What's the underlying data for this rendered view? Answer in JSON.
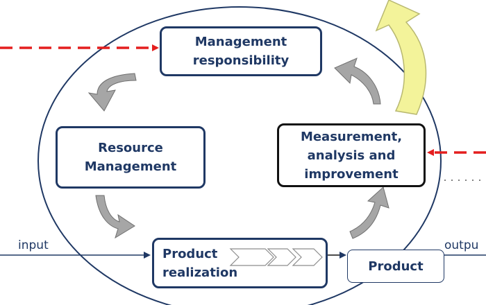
{
  "boxes": {
    "management_responsibility": [
      "Management",
      "responsibility"
    ],
    "resource_management": [
      "Resource",
      "Management"
    ],
    "measurement": [
      "Measurement,",
      "analysis and",
      "improvement"
    ],
    "product_realization": [
      "Product",
      "realization"
    ],
    "product": "Product"
  },
  "labels": {
    "input": "input",
    "output": "outpu"
  },
  "colors": {
    "box_border": "#1f3864",
    "box_text": "#1f3864",
    "dashed_arrow": "#e41e1e",
    "curved_arrow_fill": "#a6a6a6",
    "improvement_arrow_fill": "#f3f39a",
    "ellipse_stroke": "#1f3864"
  }
}
